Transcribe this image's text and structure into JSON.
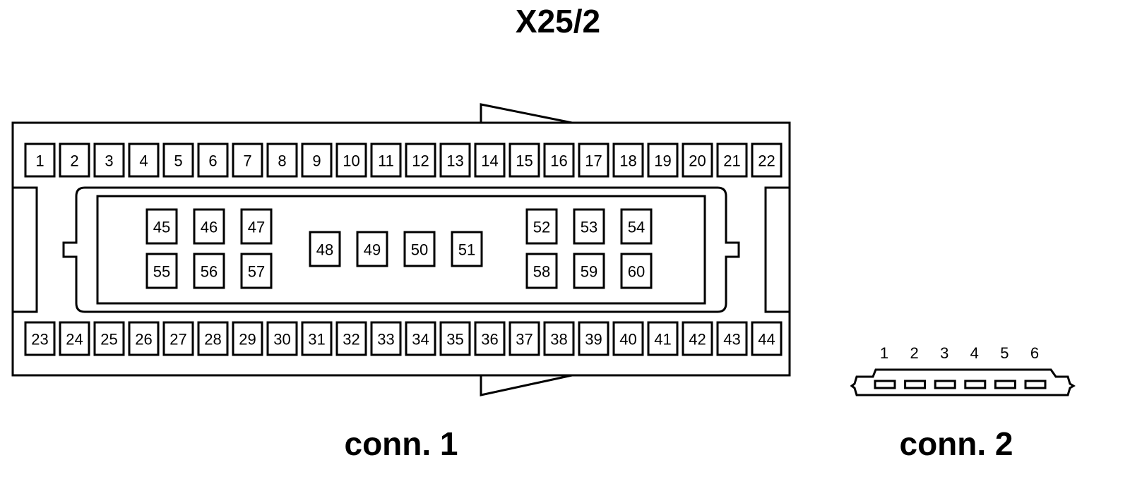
{
  "title": "X25/2",
  "connector1": {
    "caption": "conn. 1",
    "top_row": [
      "1",
      "2",
      "3",
      "4",
      "5",
      "6",
      "7",
      "8",
      "9",
      "10",
      "11",
      "12",
      "13",
      "14",
      "15",
      "16",
      "17",
      "18",
      "19",
      "20",
      "21",
      "22"
    ],
    "bottom_row": [
      "23",
      "24",
      "25",
      "26",
      "27",
      "28",
      "29",
      "30",
      "31",
      "32",
      "33",
      "34",
      "35",
      "36",
      "37",
      "38",
      "39",
      "40",
      "41",
      "42",
      "43",
      "44"
    ],
    "inner_left_top": [
      "45",
      "46",
      "47"
    ],
    "inner_left_bottom": [
      "55",
      "56",
      "57"
    ],
    "inner_middle": [
      "48",
      "49",
      "50",
      "51"
    ],
    "inner_right_top": [
      "52",
      "53",
      "54"
    ],
    "inner_right_bottom": [
      "58",
      "59",
      "60"
    ]
  },
  "connector2": {
    "caption": "conn. 2",
    "pins": [
      "1",
      "2",
      "3",
      "4",
      "5",
      "6"
    ]
  }
}
